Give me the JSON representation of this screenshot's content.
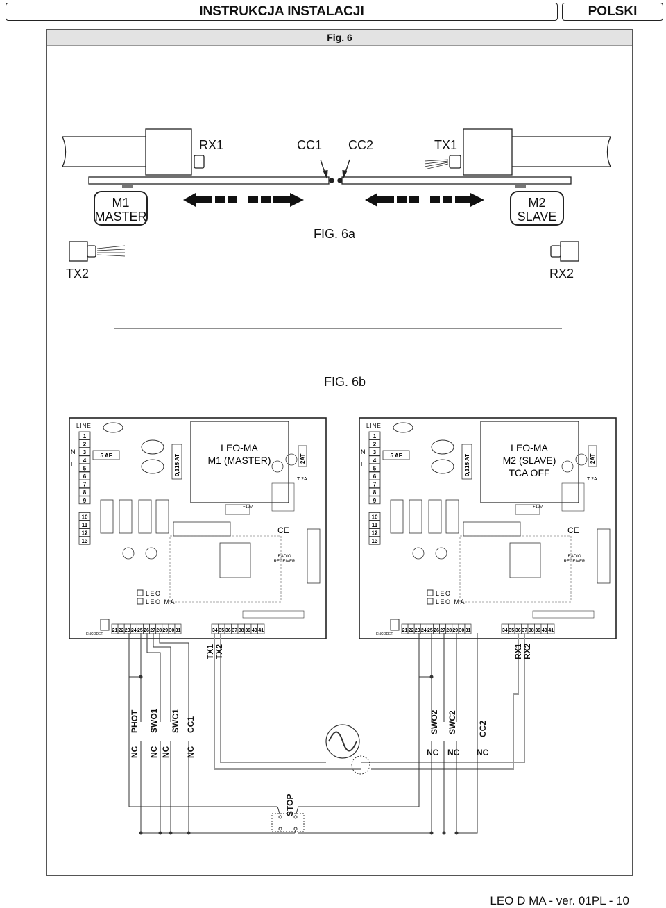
{
  "header": {
    "title": "INSTRUKCJA INSTALACJI",
    "language": "POLSKI"
  },
  "figure_strip": "Fig. 6",
  "fig6a": {
    "caption": "FIG. 6a",
    "rx1": "RX1",
    "cc1": "CC1",
    "cc2": "CC2",
    "tx1": "TX1",
    "m1_line1": "M1",
    "m1_line2": "MASTER",
    "m2_line1": "M2",
    "m2_line2": "SLAVE",
    "tx2": "TX2",
    "rx2": "RX2"
  },
  "fig6b": {
    "caption": "FIG. 6b",
    "master_board": {
      "line1": "LEO-MA",
      "line2": "M1 (MASTER)",
      "line3": ""
    },
    "slave_board": {
      "line1": "LEO-MA",
      "line2": "M2 (SLAVE)",
      "line3": "TCA OFF"
    },
    "board_common": {
      "line": "LINE",
      "fuse_5af": "5 AF",
      "fuse_0315": "0,315 AT",
      "fuse_2at": "2AT",
      "t2a": "T 2A",
      "radio": "RADIO",
      "receiver": "RECEIVER",
      "encoder": "ENCODER",
      "leo": "LEO",
      "leo_ma": "LEO MA",
      "ce": "CE",
      "plus12v": "+12V",
      "n": "N",
      "l": "L",
      "terminals_left": [
        "1",
        "2",
        "3",
        "4",
        "5",
        "6",
        "7",
        "8",
        "9",
        "10",
        "11",
        "12",
        "13"
      ],
      "terminals_bottom_a": [
        "21",
        "22",
        "23",
        "24",
        "25",
        "26",
        "27",
        "28",
        "29",
        "30",
        "31"
      ],
      "terminals_bottom_b": [
        "34",
        "35",
        "36",
        "37",
        "38",
        "39",
        "40",
        "41"
      ]
    },
    "master_wires": {
      "tx1": "TX1",
      "tx2": "TX2"
    },
    "slave_wires": {
      "rx1": "RX1",
      "rx2": "RX2"
    },
    "master_contacts": [
      "PHOT",
      "SWO1",
      "SWC1",
      "CC1"
    ],
    "master_nc": [
      "NC",
      "NC",
      "NC",
      "NC"
    ],
    "slave_contacts": [
      "SWO2",
      "SWC2",
      "CC2"
    ],
    "slave_nc": [
      "NC",
      "NC",
      "NC"
    ],
    "stop": "STOP"
  },
  "footer": "LEO D MA - ver. 01PL - 10"
}
